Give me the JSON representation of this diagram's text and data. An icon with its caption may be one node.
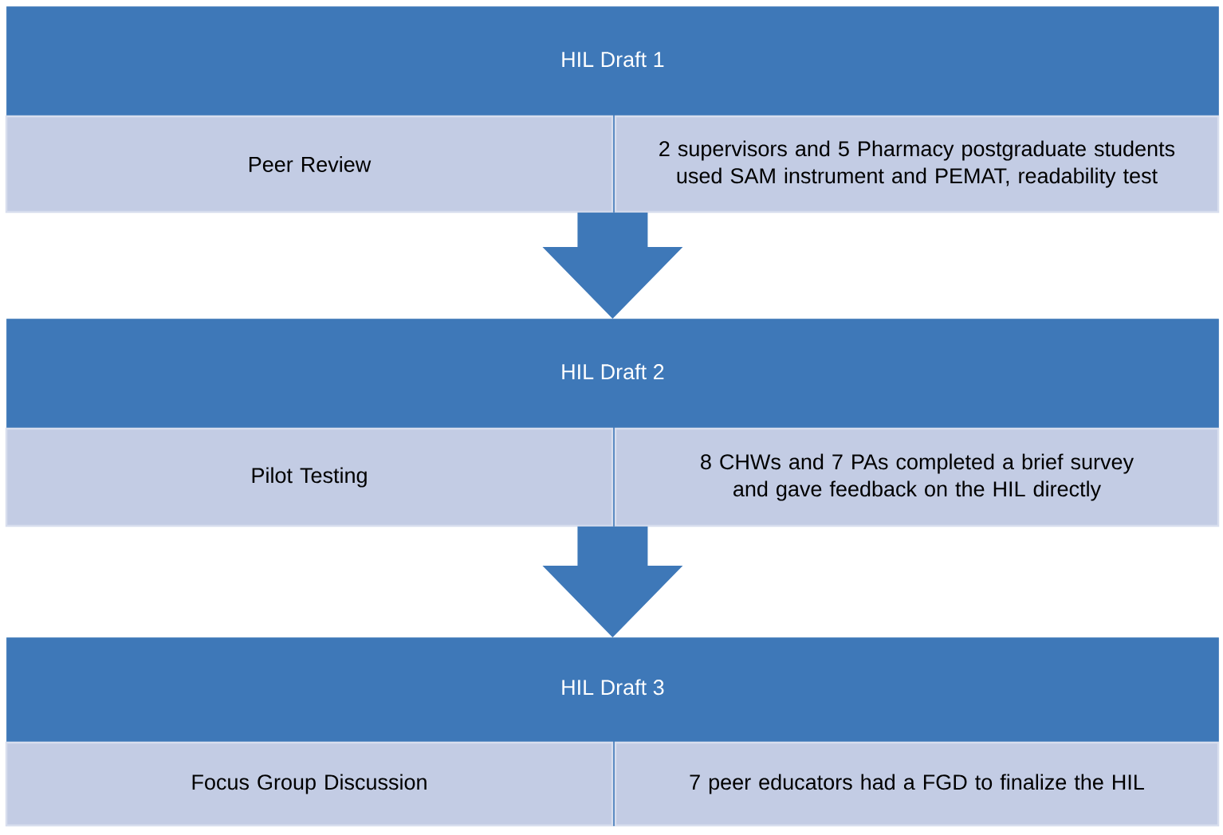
{
  "diagram": {
    "nodes": [
      {
        "text": [
          "HIL Draft 1"
        ]
      },
      {
        "text": [
          "Peer Review"
        ],
        "in": 0
      },
      {
        "text": [
          "2 supervisors and 5 Pharmacy postgraduate students used SAM instrument and PEMAT, readability test"
        ],
        "in": 0
      },
      {
        "text": [
          "HIL Draft 2"
        ]
      },
      {
        "text": [
          "Pilot Testing"
        ],
        "in": 3
      },
      {
        "text": [
          "8 CHWs and 7 PAs completed a brief survey and gave feedback on the HIL directly"
        ],
        "in": 3
      },
      {
        "text": [
          "HIL Draft 3"
        ]
      },
      {
        "text": [
          "Focus Group Discussion"
        ],
        "in": 6
      },
      {
        "text": [
          "7 peer educators had a FGD to finalize the HIL"
        ],
        "in": 6
      }
    ],
    "edges": [
      {
        "from": 0,
        "to": 3,
        "arrow": "to"
      },
      {
        "from": 3,
        "to": 6,
        "arrow": "to"
      }
    ]
  }
}
